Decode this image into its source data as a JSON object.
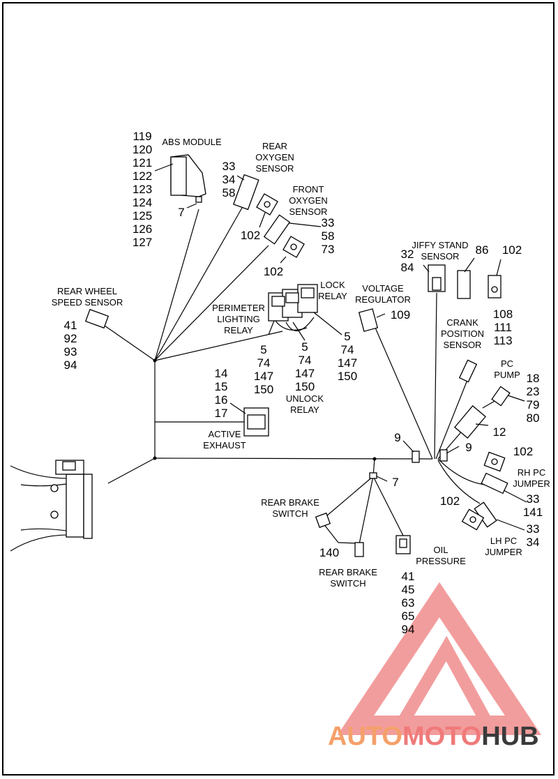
{
  "labels": {
    "abs_module": "ABS MODULE",
    "rear_oxygen_sensor": [
      "REAR",
      "OXYGEN",
      "SENSOR"
    ],
    "front_oxygen_sensor": [
      "FRONT",
      "OXYGEN",
      "SENSOR"
    ],
    "rear_wheel_speed_sensor": [
      "REAR WHEEL",
      "SPEED SENSOR"
    ],
    "perimeter_lighting_relay": [
      "PERIMETER",
      "LIGHTING",
      "RELAY"
    ],
    "lock_relay": [
      "LOCK",
      "RELAY"
    ],
    "unlock_relay": [
      "UNLOCK",
      "RELAY"
    ],
    "voltage_regulator": [
      "VOLTAGE",
      "REGULATOR"
    ],
    "jiffy_stand_sensor": [
      "JIFFY STAND",
      "SENSOR"
    ],
    "crank_position_sensor": [
      "CRANK",
      "POSITION",
      "SENSOR"
    ],
    "pc_pump": [
      "PC",
      "PUMP"
    ],
    "active_exhaust": [
      "ACTIVE",
      "EXHAUST"
    ],
    "rh_pc_jumper": [
      "RH PC",
      "JUMPER"
    ],
    "lh_pc_jumper": [
      "LH PC",
      "JUMPER"
    ],
    "rear_brake_switch_1": [
      "REAR BRAKE",
      "SWITCH"
    ],
    "rear_brake_switch_2": [
      "REAR BRAKE",
      "SWITCH"
    ],
    "oil_pressure": [
      "OIL",
      "PRESSURE"
    ]
  },
  "callouts": {
    "abs_module": [
      "119",
      "120",
      "121",
      "122",
      "123",
      "124",
      "125",
      "126",
      "127"
    ],
    "abs_7": "7",
    "rear_o2": [
      "33",
      "34",
      "58"
    ],
    "rear_o2_102": "102",
    "front_o2": [
      "33",
      "58",
      "73"
    ],
    "front_o2_102": "102",
    "wheel_speed": [
      "41",
      "92",
      "93",
      "94"
    ],
    "perimeter_relay": [
      "5",
      "74",
      "147",
      "150"
    ],
    "unlock_relay": [
      "5",
      "74",
      "147",
      "150"
    ],
    "lock_relay": [
      "5",
      "74",
      "147",
      "150"
    ],
    "voltage_regulator": "109",
    "jiffy_stand": [
      "32",
      "84"
    ],
    "jiffy_86": "86",
    "jiffy_102": "102",
    "crank": [
      "108",
      "111",
      "113"
    ],
    "pc_pump": [
      "18",
      "23",
      "79",
      "80"
    ],
    "pc_pump_12": "12",
    "active_exhaust": [
      "14",
      "15",
      "16",
      "17"
    ],
    "ground_9_left": "9",
    "ground_9_right": "9",
    "splice_7": "7",
    "rh_jumper_102": "102",
    "rh_jumper": [
      "33",
      "141"
    ],
    "lh_jumper_102": "102",
    "lh_jumper": [
      "33",
      "34"
    ],
    "brake_140": "140",
    "oil_pressure": [
      "41",
      "45",
      "63",
      "65",
      "94"
    ]
  },
  "watermark": {
    "text_1": "AUTO",
    "text_2": "MOTO",
    "text_3": "HUB",
    "color_1": "#f5a06a",
    "color_2": "#f07a7a",
    "color_3": "#3a3a3a",
    "triangle_color": "#f08c8c"
  }
}
